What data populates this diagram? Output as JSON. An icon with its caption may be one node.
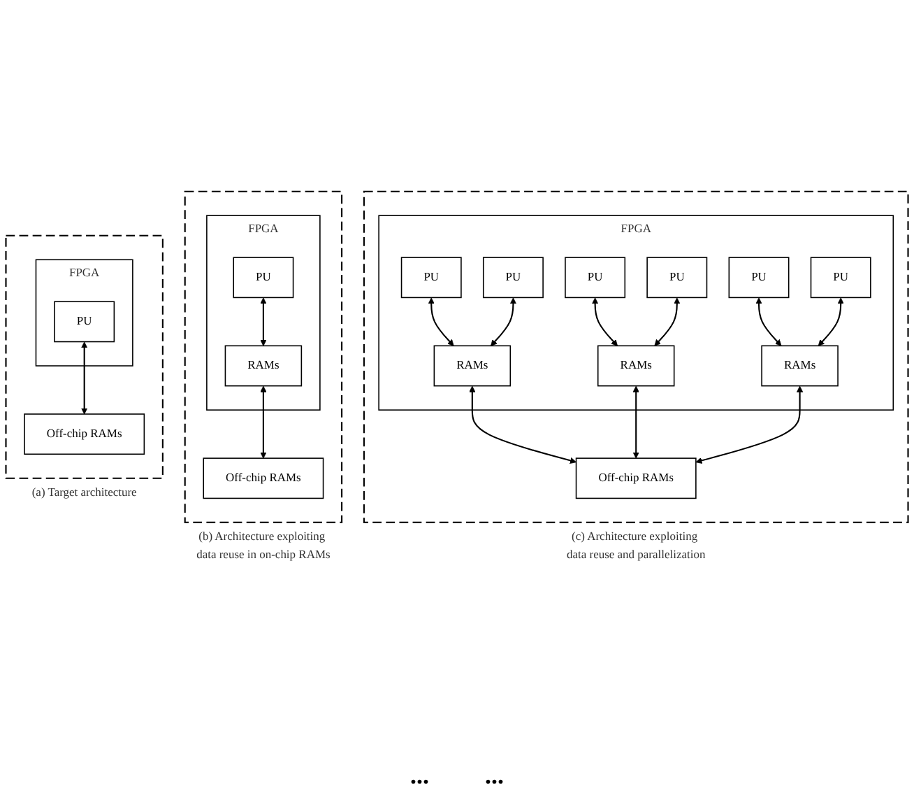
{
  "diagram": {
    "nodes": [
      {
        "text": [
          "(a) Target architecture"
        ]
      },
      {
        "text": [
          "FPGA"
        ],
        "in": 0
      },
      {
        "text": [
          "PU"
        ],
        "in": 1
      },
      {
        "text": [
          "Off-chip RAMs"
        ],
        "in": 0
      },
      {
        "text": [
          "(b) Architecture exploiting data reuse in on-chip RAMs"
        ]
      },
      {
        "text": [
          "FPGA"
        ],
        "in": 4
      },
      {
        "text": [
          "PU"
        ],
        "in": 5
      },
      {
        "text": [
          "RAMs"
        ],
        "in": 5
      },
      {
        "text": [
          "Off-chip RAMs"
        ],
        "in": 4
      },
      {
        "text": [
          "(c) Architecture exploiting data reuse and parallelization"
        ]
      },
      {
        "text": [
          "FPGA"
        ],
        "in": 9
      },
      {
        "text": [
          "PU"
        ],
        "in": 10
      },
      {
        "text": [
          "PU"
        ],
        "in": 10
      },
      {
        "text": [
          "PU"
        ],
        "in": 10
      },
      {
        "text": [
          "PU"
        ],
        "in": 10
      },
      {
        "text": [
          "PU"
        ],
        "in": 10
      },
      {
        "text": [
          "PU"
        ],
        "in": 10
      },
      {
        "text": [
          "RAMs"
        ],
        "in": 10
      },
      {
        "text": [
          "RAMs"
        ],
        "in": 10
      },
      {
        "text": [
          "RAMs"
        ],
        "in": 10
      },
      {
        "text": [
          "Off-chip RAMs"
        ],
        "in": 9
      }
    ],
    "edges": [
      {
        "from": 2,
        "to": 3,
        "arrow": "both"
      },
      {
        "from": 6,
        "to": 7,
        "arrow": "both"
      },
      {
        "from": 7,
        "to": 8,
        "arrow": "both"
      },
      {
        "from": 11,
        "to": 17,
        "arrow": "both"
      },
      {
        "from": 12,
        "to": 17,
        "arrow": "both"
      },
      {
        "from": 13,
        "to": 18,
        "arrow": "both"
      },
      {
        "from": 14,
        "to": 18,
        "arrow": "both"
      },
      {
        "from": 15,
        "to": 19,
        "arrow": "both"
      },
      {
        "from": 16,
        "to": 19,
        "arrow": "both"
      },
      {
        "from": 17,
        "to": 20,
        "arrow": "both"
      },
      {
        "from": 18,
        "to": 20,
        "arrow": "both"
      },
      {
        "from": 19,
        "to": 20,
        "arrow": "both"
      }
    ],
    "labels": [
      "...",
      "..."
    ]
  }
}
